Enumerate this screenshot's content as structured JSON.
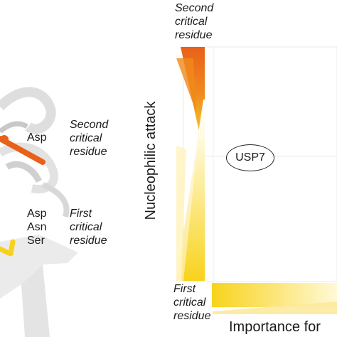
{
  "structure_panel": {
    "residue_group_1": "Asp",
    "residue_group_2": "Asp\nAsn\nSer",
    "second_label": "Second\ncritical\nresidue",
    "first_label": "First\ncritical\nresidue"
  },
  "quadrant_panel": {
    "top_label": "Second\ncritical\nresidue",
    "bottom_left_label": "First\ncritical\nresidue",
    "y_axis_label": "Nucleophilic attack",
    "x_axis_label": "Importance for",
    "enzyme_label": "USP7"
  },
  "colors": {
    "orange": "#e8611a",
    "yellow": "#f7d21b",
    "pale_yellow": "#fdf1b8",
    "ribbon_gray": "#d9d9d9",
    "gridline": "#e6e6e6"
  }
}
